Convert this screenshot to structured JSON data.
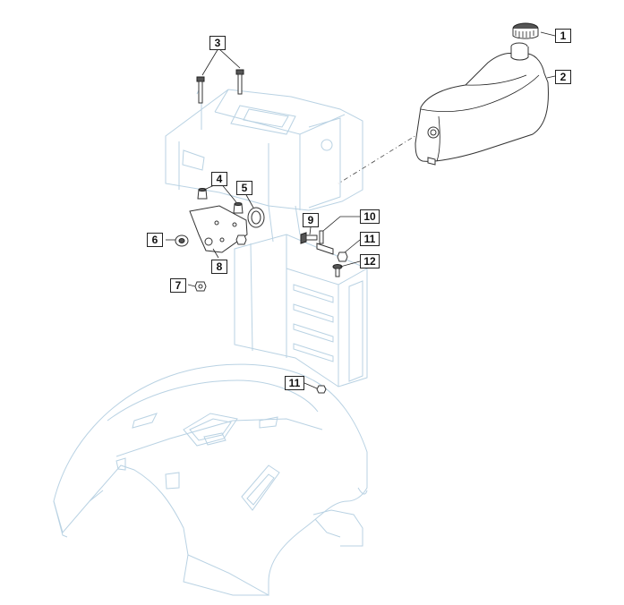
{
  "callouts": [
    {
      "id": "c1",
      "text": "1"
    },
    {
      "id": "c2",
      "text": "2"
    },
    {
      "id": "c3",
      "text": "3"
    },
    {
      "id": "c4",
      "text": "4"
    },
    {
      "id": "c5",
      "text": "5"
    },
    {
      "id": "c6",
      "text": "6"
    },
    {
      "id": "c7",
      "text": "7"
    },
    {
      "id": "c8",
      "text": "8"
    },
    {
      "id": "c9",
      "text": "9"
    },
    {
      "id": "c10",
      "text": "10"
    },
    {
      "id": "c11a",
      "text": "11"
    },
    {
      "id": "c12",
      "text": "12"
    },
    {
      "id": "c11b",
      "text": "11"
    }
  ],
  "colors": {
    "ghost_outline": "#b9d2e3",
    "part_outline": "#333333",
    "label_border": "#222222"
  }
}
